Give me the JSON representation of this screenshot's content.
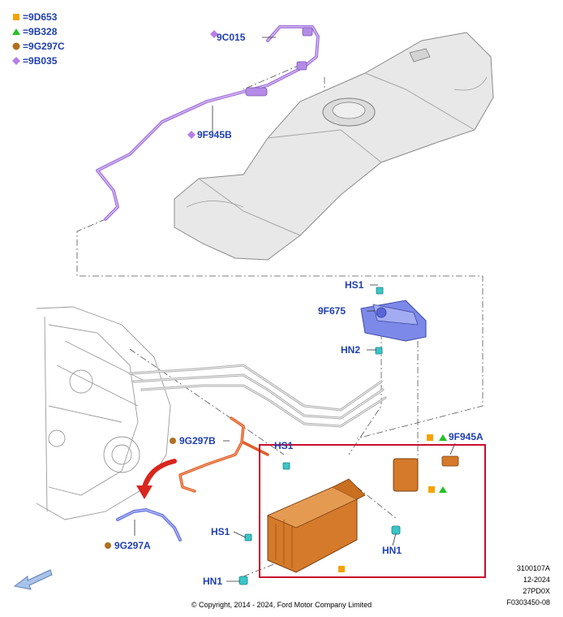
{
  "legend": [
    {
      "symbol": "square",
      "color": "#f5a300",
      "code": "9D653"
    },
    {
      "symbol": "triangle",
      "color": "#22c02a",
      "code": "9B328"
    },
    {
      "symbol": "circle",
      "color": "#b07020",
      "code": "9G297C"
    },
    {
      "symbol": "diamond",
      "color": "#b67ee6",
      "code": "9B035"
    }
  ],
  "legend_eq": "=",
  "callouts": {
    "c_9c015": "9C015",
    "c_9f945b": "9F945B",
    "c_hs1_top": "HS1",
    "c_9f675": "9F675",
    "c_hn2": "HN2",
    "c_9g297b": "9G297B",
    "c_hs1_mid": "HS1",
    "c_9f945a": "9F945A",
    "c_hs1_low": "HS1",
    "c_hn1_right": "HN1",
    "c_hn1_bottom": "HN1",
    "c_9g297a": "9G297A"
  },
  "meta": {
    "line1": "3100107A",
    "line2": "12-2024",
    "line3": "27PD0X",
    "line4": "F0303450-08"
  },
  "copyright": "© Copyright, 2014 - 2024, Ford Motor Company Limited",
  "colors": {
    "callout": "#1f3fb0",
    "highlight_box": "#c8102e",
    "purple_hose": "#a678de",
    "orange_hose": "#e0602a",
    "canister": "#d47a2a",
    "bracket_blue": "#6a78e0",
    "connector_cyan": "#39c6c8",
    "tank_gray": "#e6e6e6"
  },
  "icons": {
    "nav": "back-arrow-icon"
  }
}
